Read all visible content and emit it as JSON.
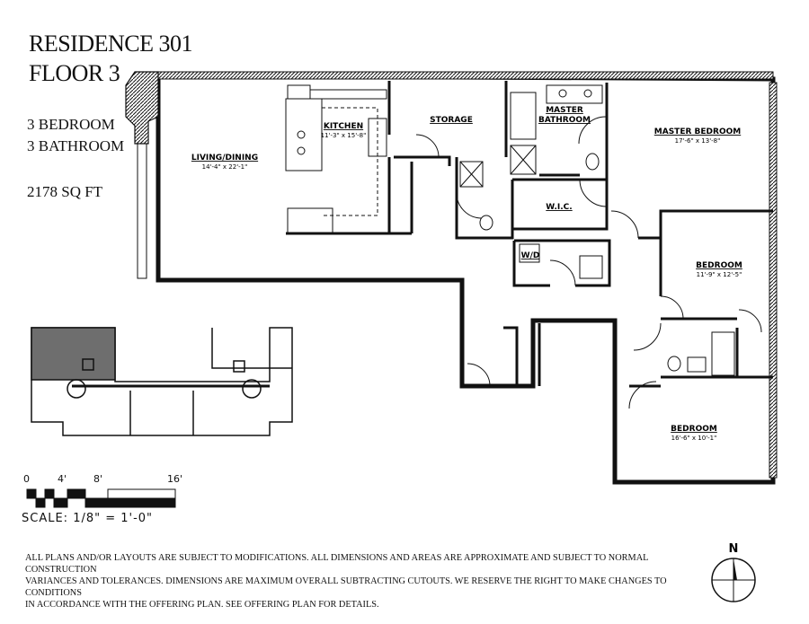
{
  "header": {
    "title_line1": "RESIDENCE 301",
    "title_line2": "FLOOR 3",
    "bedrooms": "3 BEDROOM",
    "bathrooms": "3 BATHROOM",
    "area": "2178 SQ FT"
  },
  "rooms": {
    "living": {
      "name": "LIVING/DINING",
      "dims": "14'-4\" x 22'-1\""
    },
    "kitchen": {
      "name": "KITCHEN",
      "dims": "11'-3\" x 15'-8\""
    },
    "storage": {
      "name": "STORAGE"
    },
    "master_bath": {
      "name_line1": "MASTER",
      "name_line2": "BATHROOM"
    },
    "master_bed": {
      "name": "MASTER BEDROOM",
      "dims": "17'-6\" x 13'-8\""
    },
    "wic": {
      "name": "W.I.C."
    },
    "wd": {
      "name": "W/D"
    },
    "bedroom2": {
      "name": "BEDROOM",
      "dims": "11'-9\" x 12'-5\""
    },
    "bedroom3": {
      "name": "BEDROOM",
      "dims": "16'-6\" x 10'-1\""
    }
  },
  "scale": {
    "ticks": [
      "0",
      "4'",
      "8'",
      "16'"
    ],
    "label": "SCALE: 1/8\" = 1'-0\""
  },
  "disclaimer": {
    "line1": "ALL PLANS AND/OR LAYOUTS ARE SUBJECT TO MODIFICATIONS.  ALL DIMENSIONS AND AREAS ARE APPROXIMATE AND SUBJECT TO NORMAL CONSTRUCTION",
    "line2": "VARIANCES AND TOLERANCES.  DIMENSIONS ARE MAXIMUM OVERALL SUBTRACTING CUTOUTS.  WE RESERVE THE RIGHT TO MAKE CHANGES TO CONDITIONS",
    "line3": "IN ACCORDANCE WITH THE OFFERING PLAN.  SEE OFFERING PLAN FOR DETAILS."
  },
  "compass": {
    "north_label": "N"
  },
  "colors": {
    "ink": "#111111",
    "key_highlight": "#6e6e6e",
    "background": "#ffffff"
  }
}
